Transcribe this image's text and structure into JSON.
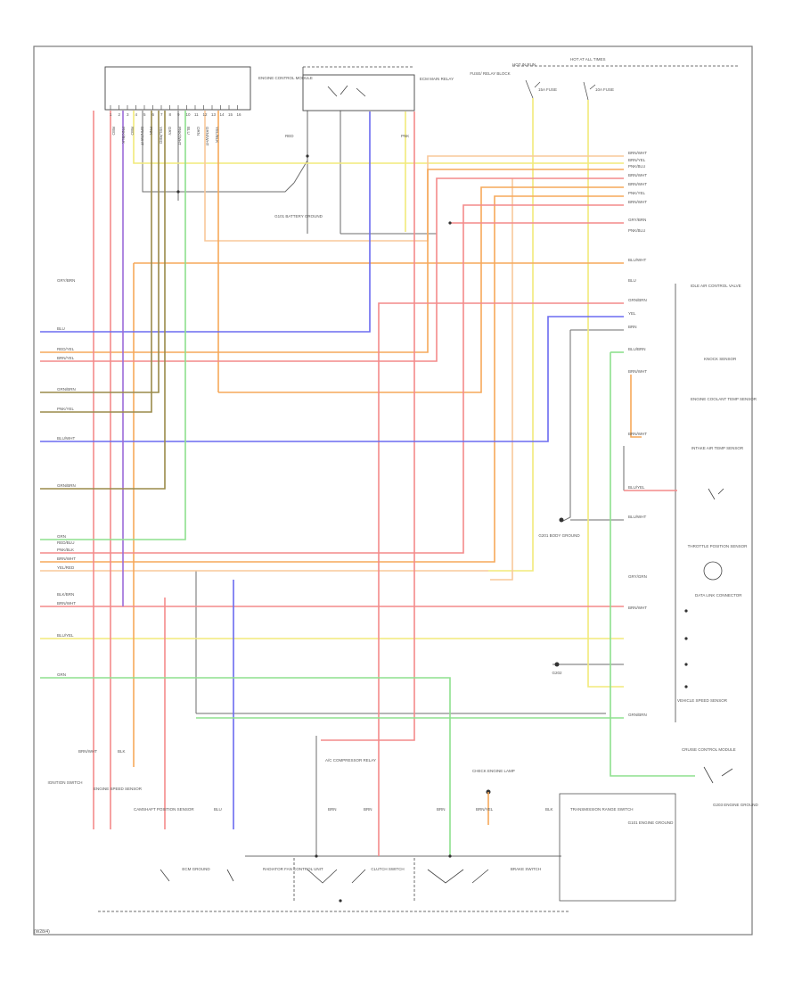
{
  "diagram": {
    "footer_code": "(W28/4)",
    "connector_pins": [
      "1",
      "2",
      "3",
      "4",
      "5",
      "6",
      "7",
      "8",
      "9",
      "10",
      "11",
      "12",
      "13",
      "14",
      "15",
      "16"
    ],
    "wire_labels": {
      "ecm_pins": [
        "RED",
        "PNK/BLK",
        "RED",
        "BRN/WHT",
        "PNK",
        "YEL/RED",
        "GRY",
        "PNK/WHT",
        "BLU",
        "ORN",
        "GRN/WHT",
        "YEL/BLK"
      ],
      "left_side": [
        "GRY/BRN",
        "BLU",
        "RED/YEL",
        "BRN/YEL",
        "GRN/BRN",
        "PNK/YEL",
        "BLU/WHT",
        "GRN/BRN",
        "GRN",
        "RED/BLU",
        "PNK/BLK",
        "BRN/WHT",
        "YEL/RED",
        "BLK/BRN",
        "BRN/WHT",
        "BLU/YEL",
        "GRN"
      ],
      "right_side": [
        "BRN/WHT",
        "BRN/YEL",
        "PNK/BLU",
        "BRN/WHT",
        "BRN/WHT",
        "PNK/YEL",
        "BRN/WHT",
        "GRY/BRN",
        "PNK/BLU",
        "BLU/WHT",
        "BLU",
        "GRN/BRN",
        "YEL",
        "BRN",
        "BLU/BRN",
        "BRN/WHT",
        "BRN/WHT",
        "BLU/YEL",
        "BLU/WHT",
        "GRY/GRN",
        "BRN/WHT",
        "GRN/BRN"
      ],
      "bottom": [
        "BRN/WHT",
        "BLK",
        "BLU",
        "BRN",
        "BRN",
        "BRN",
        "BRN/YEL",
        "BLK",
        "RED",
        "PNK"
      ]
    },
    "components": {
      "ecm": "ENGINE CONTROL MODULE",
      "relay": "ECM MAIN RELAY",
      "hot_note": "HOT AT ALL TIMES",
      "hot_run": "HOT IN RUN",
      "fuse_panel": "FUSE/ RELAY BLOCK",
      "fuse_a": "15A FUSE",
      "fuse_b": "10A FUSE",
      "ground_center": "G101 BATTERY GROUND",
      "sensor_1": "IDLE AIR CONTROL VALVE",
      "sensor_2": "KNOCK SENSOR",
      "sensor_3": "ENGINE COOLANT TEMP SENSOR",
      "sensor_4": "INTAKE AIR TEMP SENSOR",
      "sensor_5": "THROTTLE POSITION SENSOR",
      "data_link": "DATA LINK CONNECTOR",
      "ground_left": "G201 BODY GROUND",
      "ground_mid": "G202",
      "ground_right": "G203 ENGINE GROUND",
      "ground_bottom": "G101 ENGINE GROUND",
      "transmission_switch": "TRANSMISSION RANGE SWITCH",
      "brake_switch": "BRAKE SWITCH",
      "clutch_switch": "CLUTCH SWITCH",
      "cruise_module": "CRUISE CONTROL MODULE",
      "speed_sensor": "VEHICLE SPEED SENSOR",
      "left_components": "ENGINE SPEED SENSOR",
      "bottom_left": "CAMSHAFT POSITION SENSOR",
      "right_ground": "ECM GROUND",
      "radiator_fan": "RADIATOR FAN CONTROL UNIT",
      "ac_relay": "A/C COMPRESSOR RELAY",
      "mil_lamp": "CHECK ENGINE LAMP",
      "ignition": "IGNITION SWITCH"
    }
  }
}
